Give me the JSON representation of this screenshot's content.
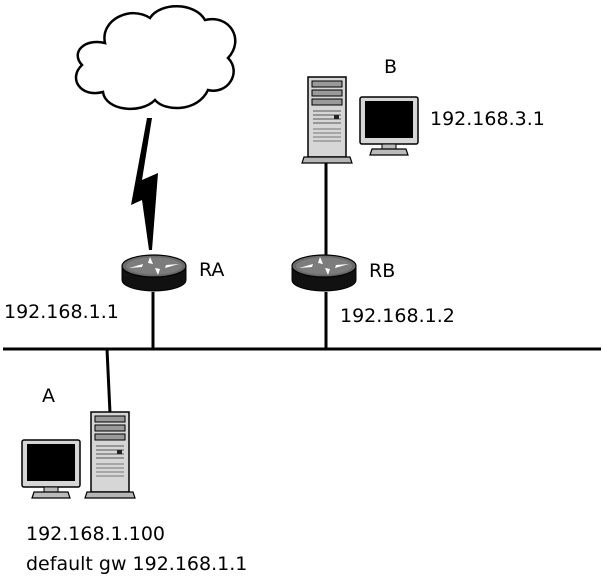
{
  "hosts": {
    "a": {
      "name": "A",
      "ip": "192.168.1.100",
      "gateway": "default gw 192.168.1.1"
    },
    "b": {
      "name": "B",
      "ip": "192.168.3.1"
    }
  },
  "routers": {
    "ra": {
      "name": "RA",
      "ip": "192.168.1.1"
    },
    "rb": {
      "name": "RB",
      "ip": "192.168.1.2"
    }
  },
  "colors": {
    "line": "#000000",
    "screen": "#000000",
    "router": "#111111",
    "tower": "#d4d4d4"
  },
  "icons": [
    "cloud-icon",
    "lightning-icon",
    "router-icon",
    "server-tower-icon",
    "monitor-icon"
  ]
}
